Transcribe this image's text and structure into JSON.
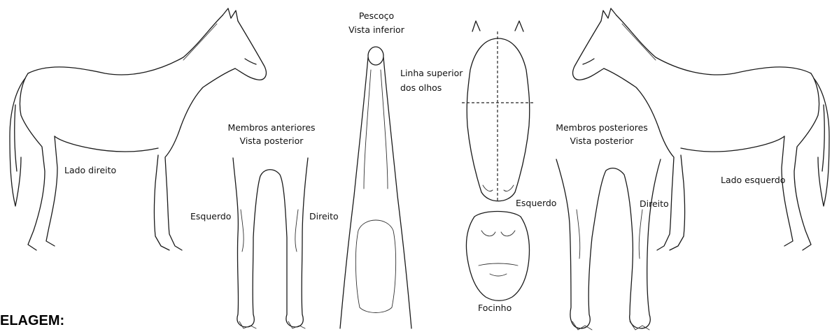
{
  "labels": {
    "neck_title": "Pescoço",
    "neck_subtitle": "Vista inferior",
    "eye_line_1": "Linha superior",
    "eye_line_2": "dos olhos",
    "fore_title": "Membros anteriores",
    "fore_subtitle": "Vista posterior",
    "hind_title": "Membros posteriores",
    "hind_subtitle": "Vista posterior",
    "right_side": "Lado direito",
    "left_side": "Lado esquerdo",
    "fore_left": "Esquerdo",
    "fore_right": "Direito",
    "hind_left": "Esquerdo",
    "hind_right": "Direito",
    "muzzle": "Focinho"
  },
  "heading_partial": "ELAGEM:"
}
